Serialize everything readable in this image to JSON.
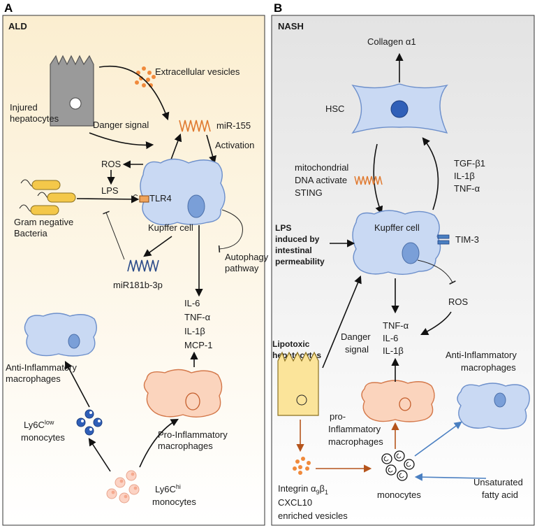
{
  "panel_a": {
    "letter": "A",
    "title": "ALD",
    "injured_hepatocytes": [
      "Injured",
      "hepatocytes"
    ],
    "extracellular_vesicles": "Extracellular vesicles",
    "danger_signal": "Danger signal",
    "mir155": "miR-155",
    "activation": "Activation",
    "ros": "ROS",
    "lps": "LPS",
    "tlr4": "TLR4",
    "gram_negative": [
      "Gram negative",
      "Bacteria"
    ],
    "kupffer_cell": "Kupffer cell",
    "autophagy": [
      "Autophagy",
      "pathway"
    ],
    "mir181": "miR181b-3p",
    "cytokines": [
      "IL-6",
      "TNF-α",
      "IL-1β",
      "MCP-1"
    ],
    "anti_inflammatory": [
      "Anti-Inflammatory",
      "macrophages"
    ],
    "ly6c_low": {
      "main": "Ly6C",
      "sup": "low",
      "line2": "monocytes"
    },
    "pro_inflammatory": [
      "Pro-Inflammatory",
      "macrophages"
    ],
    "ly6c_hi": {
      "main": "Ly6C",
      "sup": "hi",
      "line2": "monocytes"
    }
  },
  "panel_b": {
    "letter": "B",
    "title": "NASH",
    "collagen": "Collagen α1",
    "hsc": "HSC",
    "tgf": [
      "TGF-β1",
      "IL-1β",
      "TNF-α"
    ],
    "mito": [
      "mitochondrial",
      "DNA activate",
      "STING"
    ],
    "lps_induced": [
      "LPS",
      "induced by",
      "intestinal",
      "permeability"
    ],
    "kupffer_cell": "Kupffer cell",
    "tim3": "TIM-3",
    "ros": "ROS",
    "lipotoxic": [
      "Lipotoxic",
      "hepatocytes"
    ],
    "danger_signal": [
      "Danger",
      "signal"
    ],
    "cytokines": [
      "TNF-α",
      "IL-6",
      "IL-1β"
    ],
    "anti_inflammatory": [
      "Anti-Inflammatory",
      "macrophages"
    ],
    "pro_inflammatory": [
      "pro-",
      "Inflammatory",
      "macrophages"
    ],
    "integrin": {
      "main": "Integrin α",
      "sub1": "9",
      "mid": "β",
      "sub2": "1"
    },
    "cxcl10": [
      "CXCL10",
      "enriched vesicles"
    ],
    "monocytes": "monocytes",
    "unsaturated": [
      "Unsaturated",
      "fatty acid"
    ]
  },
  "colors": {
    "panel_a_top": "#fbeed0",
    "panel_b_top": "#e4e4e4",
    "cell_blue": "#c9d9f3",
    "cell_blue_stroke": "#6c8fcb",
    "nucleus_blue": "#7a9fd8",
    "cell_orange": "#fbd4bd",
    "cell_orange_stroke": "#d4784a",
    "vesicle_orange": "#f08a3c",
    "arrow_orange": "#b5541c",
    "arrow_blue": "#4a7fc1"
  }
}
